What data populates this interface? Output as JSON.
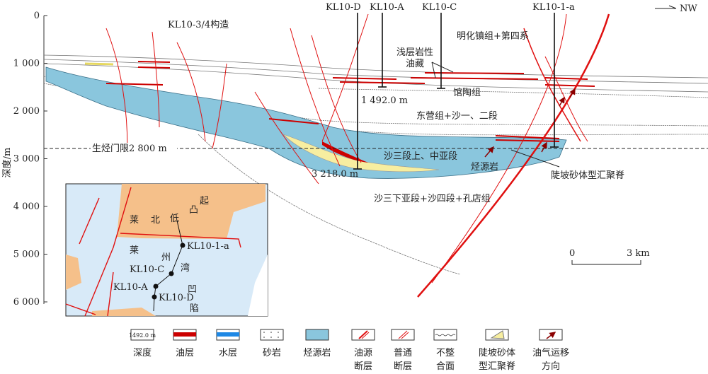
{
  "axis": {
    "ylabel": "深度/m",
    "ticks": [
      "0",
      "1 000",
      "2 000",
      "3 000",
      "4 000",
      "5 000",
      "6 000"
    ]
  },
  "direction": "NW",
  "wells": [
    {
      "name": "KL10-D",
      "depth_label": "3 218.0 m",
      "depth_m": 3218
    },
    {
      "name": "KL10-A",
      "depth_label": "1 492.0 m",
      "depth_m": 1492
    },
    {
      "name": "KL10-C"
    },
    {
      "name": "KL10-1-a"
    }
  ],
  "annotations": {
    "structure": "KL10-3/4构造",
    "minghuazhen": "明化镇组+第四系",
    "shallow_1": "浅层岩性",
    "shallow_2": "油藏",
    "guantao": "馆陶组",
    "dongying": "东营组+沙一、二段",
    "threshold": "生烃门限2 800 m",
    "sha3_upper": "沙三段上、中亚段",
    "source_rock": "烃源岩",
    "slope_ridge": "陡坡砂体型汇聚脊",
    "sha3_lower": "沙三下亚段+沙四段+孔店组"
  },
  "scale": {
    "zero": "0",
    "end": "3 km"
  },
  "inset": {
    "labels": [
      "莱",
      "北",
      "低",
      "起",
      "凸",
      "莱",
      "州",
      "湾",
      "凹",
      "陷"
    ],
    "wells": [
      "KL10-1-a",
      "KL10-C",
      "KL10-A",
      "KL10-D"
    ]
  },
  "legend": [
    {
      "sample": "1492.0 m",
      "line1": "深度",
      "line2": ""
    },
    {
      "line1": "油层",
      "line2": ""
    },
    {
      "line1": "水层",
      "line2": ""
    },
    {
      "line1": "砂岩",
      "line2": ""
    },
    {
      "line1": "烃源岩",
      "line2": ""
    },
    {
      "line1": "油源",
      "line2": "断层"
    },
    {
      "line1": "普通",
      "line2": "断层"
    },
    {
      "line1": "不整",
      "line2": "合面"
    },
    {
      "line1": "陡坡砂体",
      "line2": "型汇聚脊"
    },
    {
      "line1": "油气运移",
      "line2": "方向"
    }
  ],
  "colors": {
    "source_rock": "#8ac6dd",
    "oil": "#cc0000",
    "water": "#1e88e5",
    "sand": "#f7eea0",
    "fault": "#e01010",
    "uplift": "#f5c08a",
    "sea": "#d8eaf8"
  }
}
